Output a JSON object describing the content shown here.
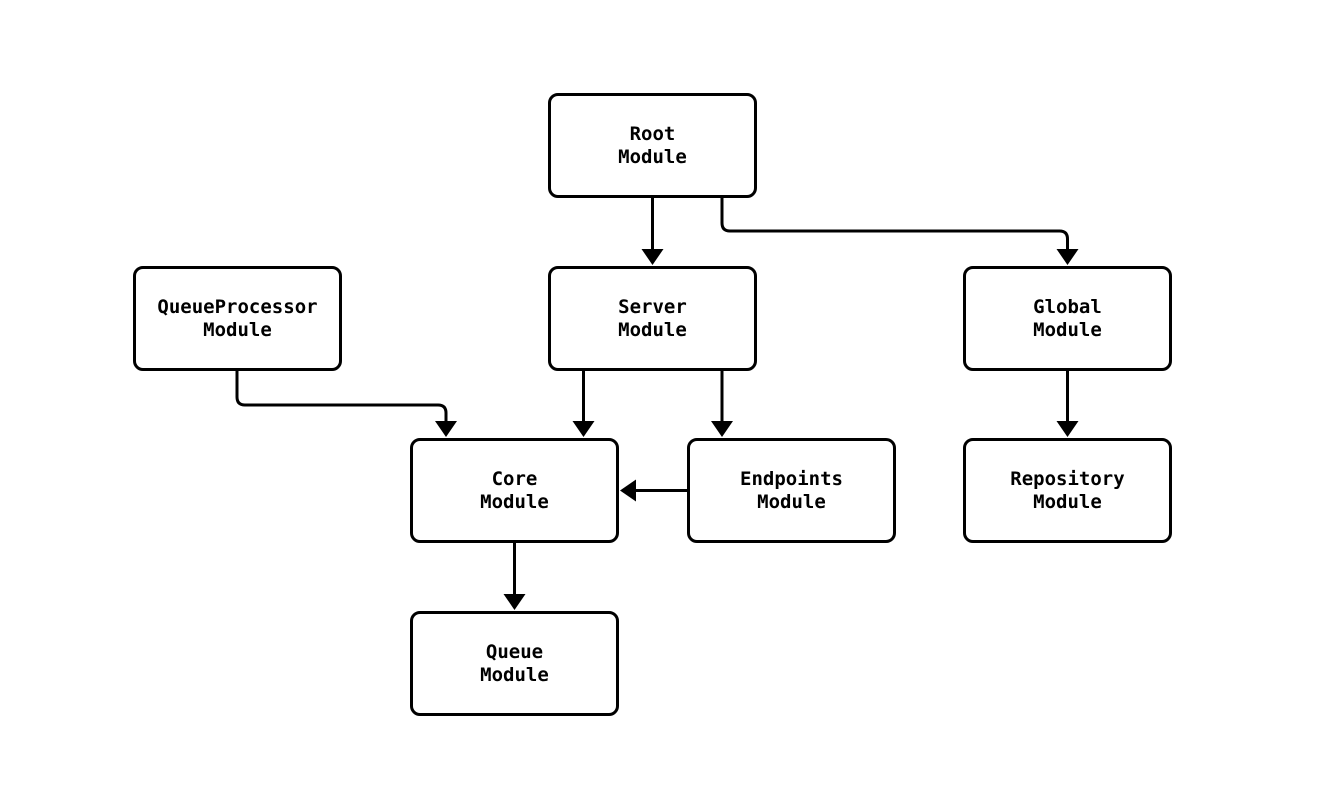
{
  "diagram": {
    "type": "module-dependency-graph",
    "colors": {
      "stroke": "#000000",
      "node_fill": "#ffffff",
      "text": "#000000",
      "background": "#ffffff"
    },
    "nodes": {
      "root": {
        "line1": "Root",
        "line2": "Module"
      },
      "queue_processor": {
        "line1": "QueueProcessor",
        "line2": "Module"
      },
      "server": {
        "line1": "Server",
        "line2": "Module"
      },
      "global": {
        "line1": "Global",
        "line2": "Module"
      },
      "core": {
        "line1": "Core",
        "line2": "Module"
      },
      "endpoints": {
        "line1": "Endpoints",
        "line2": "Module"
      },
      "repository": {
        "line1": "Repository",
        "line2": "Module"
      },
      "queue": {
        "line1": "Queue",
        "line2": "Module"
      }
    },
    "edges": [
      {
        "from": "Root Module",
        "to": "Server Module"
      },
      {
        "from": "Root Module",
        "to": "Global Module"
      },
      {
        "from": "QueueProcessor Module",
        "to": "Core Module"
      },
      {
        "from": "Server Module",
        "to": "Core Module"
      },
      {
        "from": "Server Module",
        "to": "Endpoints Module"
      },
      {
        "from": "Endpoints Module",
        "to": "Core Module"
      },
      {
        "from": "Global Module",
        "to": "Repository Module"
      },
      {
        "from": "Core Module",
        "to": "Queue Module"
      }
    ]
  }
}
